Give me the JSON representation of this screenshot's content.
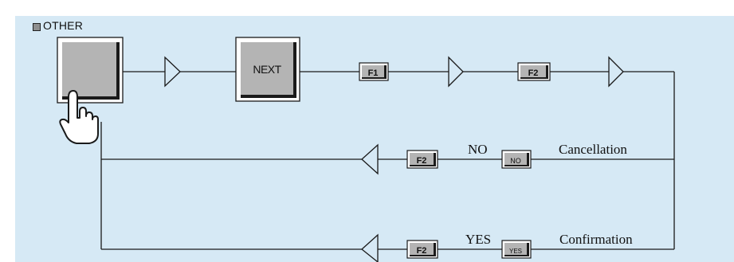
{
  "header": {
    "label": "OTHER"
  },
  "keys": {
    "next": "NEXT",
    "f1": "F1",
    "f2_top": "F2",
    "f2_no": "F2",
    "f2_yes": "F2",
    "no_key": "NO",
    "yes_key": "YES"
  },
  "labels": {
    "no": "NO",
    "yes": "YES",
    "cancellation": "Cancellation",
    "confirmation": "Confirmation"
  },
  "icons": {
    "hand": "pointing-hand-icon",
    "arrow": "triangle-arrow-icon",
    "legend": "square-bullet-icon"
  },
  "colors": {
    "panel": "#d6e9f5",
    "key_face": "#b4b4b4",
    "key_shadow": "#1a1a1a",
    "line": "#1a1a1a"
  }
}
